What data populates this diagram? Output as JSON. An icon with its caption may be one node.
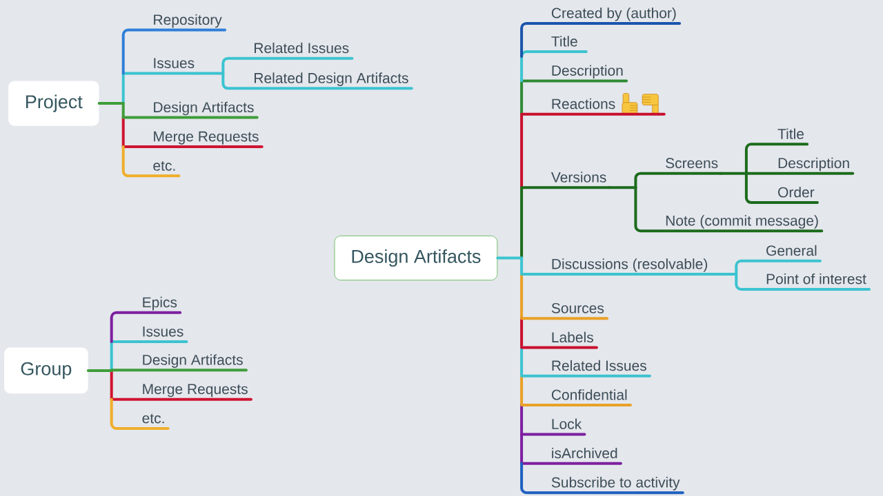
{
  "diagram": {
    "nodes": [
      {
        "text": [
          "Project"
        ]
      },
      {
        "text": [
          "Repository"
        ]
      },
      {
        "text": [
          "Issues"
        ]
      },
      {
        "text": [
          "Related Issues"
        ]
      },
      {
        "text": [
          "Related Design Artifacts"
        ]
      },
      {
        "text": [
          "Design Artifacts"
        ]
      },
      {
        "text": [
          "Merge Requests"
        ]
      },
      {
        "text": [
          "etc."
        ]
      },
      {
        "text": [
          "Design Artifacts"
        ]
      },
      {
        "text": [
          "Created by (author)"
        ]
      },
      {
        "text": [
          "Title"
        ]
      },
      {
        "text": [
          "Description"
        ]
      },
      {
        "text": [
          "Reactions"
        ]
      },
      {
        "text": [
          "Versions"
        ]
      },
      {
        "text": [
          "Screens"
        ]
      },
      {
        "text": [
          "Title"
        ]
      },
      {
        "text": [
          "Description"
        ]
      },
      {
        "text": [
          "Order"
        ]
      },
      {
        "text": [
          "Note (commit message)"
        ]
      },
      {
        "text": [
          "Discussions (resolvable)"
        ]
      },
      {
        "text": [
          "General"
        ]
      },
      {
        "text": [
          "Point of interest"
        ]
      },
      {
        "text": [
          "Sources"
        ]
      },
      {
        "text": [
          "Labels"
        ]
      },
      {
        "text": [
          "Related Issues"
        ]
      },
      {
        "text": [
          "Confidential"
        ]
      },
      {
        "text": [
          "Lock"
        ]
      },
      {
        "text": [
          "isArchived"
        ]
      },
      {
        "text": [
          "Subscribe to activity"
        ]
      },
      {
        "text": [
          "Group"
        ]
      },
      {
        "text": [
          "Epics"
        ]
      },
      {
        "text": [
          "Issues"
        ]
      },
      {
        "text": [
          "Design Artifacts"
        ]
      },
      {
        "text": [
          "Merge Requests"
        ]
      },
      {
        "text": [
          "etc."
        ]
      }
    ],
    "edges": [
      {
        "from": 0,
        "to": 1,
        "arrow": "none",
        "color": "#2f7fd8"
      },
      {
        "from": 0,
        "to": 2,
        "arrow": "none",
        "color": "#3cc3d0"
      },
      {
        "from": 2,
        "to": 3,
        "arrow": "none",
        "color": "#3cc3d0"
      },
      {
        "from": 2,
        "to": 4,
        "arrow": "none",
        "color": "#3cc3d0"
      },
      {
        "from": 0,
        "to": 5,
        "arrow": "none",
        "color": "#3f9d3a"
      },
      {
        "from": 0,
        "to": 6,
        "arrow": "none",
        "color": "#cf1430"
      },
      {
        "from": 0,
        "to": 7,
        "arrow": "none",
        "color": "#f0ae2b"
      },
      {
        "from": 8,
        "to": 9,
        "arrow": "none",
        "color": "#1a55ab"
      },
      {
        "from": 8,
        "to": 10,
        "arrow": "none",
        "color": "#3cc3d0"
      },
      {
        "from": 8,
        "to": 11,
        "arrow": "none",
        "color": "#2e8b34"
      },
      {
        "from": 8,
        "to": 12,
        "arrow": "none",
        "color": "#c8102e"
      },
      {
        "from": 8,
        "to": 13,
        "arrow": "none",
        "color": "#1c6b1c"
      },
      {
        "from": 13,
        "to": 14,
        "arrow": "none",
        "color": "#1c6b1c"
      },
      {
        "from": 14,
        "to": 15,
        "arrow": "none",
        "color": "#1c6b1c"
      },
      {
        "from": 14,
        "to": 16,
        "arrow": "none",
        "color": "#1c6b1c"
      },
      {
        "from": 14,
        "to": 17,
        "arrow": "none",
        "color": "#1c6b1c"
      },
      {
        "from": 13,
        "to": 18,
        "arrow": "none",
        "color": "#1c6b1c"
      },
      {
        "from": 8,
        "to": 19,
        "arrow": "none",
        "color": "#3cc3d0"
      },
      {
        "from": 19,
        "to": 20,
        "arrow": "none",
        "color": "#3cc3d0"
      },
      {
        "from": 19,
        "to": 21,
        "arrow": "none",
        "color": "#3cc3d0"
      },
      {
        "from": 8,
        "to": 22,
        "arrow": "none",
        "color": "#e9a127"
      },
      {
        "from": 8,
        "to": 23,
        "arrow": "none",
        "color": "#c8102e"
      },
      {
        "from": 8,
        "to": 24,
        "arrow": "none",
        "color": "#3cc3d0"
      },
      {
        "from": 8,
        "to": 25,
        "arrow": "none",
        "color": "#e9a127"
      },
      {
        "from": 8,
        "to": 26,
        "arrow": "none",
        "color": "#7d1fa0"
      },
      {
        "from": 8,
        "to": 27,
        "arrow": "none",
        "color": "#7d1fa0"
      },
      {
        "from": 8,
        "to": 28,
        "arrow": "none",
        "color": "#1f60c0"
      },
      {
        "from": 29,
        "to": 30,
        "arrow": "none",
        "color": "#7d1fa0"
      },
      {
        "from": 29,
        "to": 31,
        "arrow": "none",
        "color": "#3cc3d0"
      },
      {
        "from": 29,
        "to": 32,
        "arrow": "none",
        "color": "#3f9d3a"
      },
      {
        "from": 29,
        "to": 33,
        "arrow": "none",
        "color": "#cf1430"
      },
      {
        "from": 29,
        "to": 34,
        "arrow": "none",
        "color": "#f0ae2b"
      }
    ]
  }
}
